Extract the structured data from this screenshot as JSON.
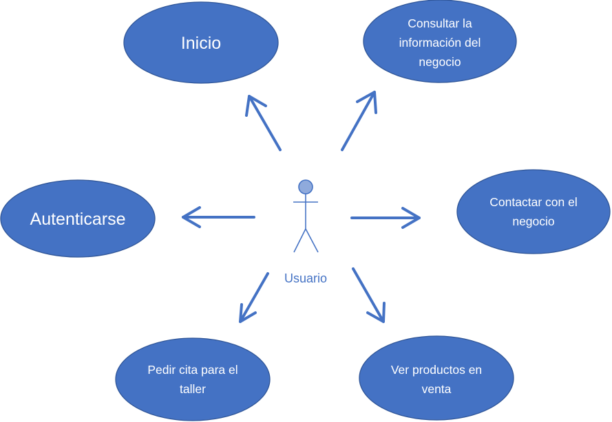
{
  "actor": {
    "label": "Usuario"
  },
  "use_cases": {
    "inicio": {
      "lines": [
        "Inicio"
      ]
    },
    "consultar": {
      "lines": [
        "Consultar la",
        "información del",
        "negocio"
      ]
    },
    "autenticarse": {
      "lines": [
        "Autenticarse"
      ]
    },
    "contactar": {
      "lines": [
        "Contactar con el",
        "negocio"
      ]
    },
    "pedir_cita": {
      "lines": [
        "Pedir cita para el",
        "taller"
      ]
    },
    "ver_productos": {
      "lines": [
        "Ver productos en",
        "venta"
      ]
    }
  },
  "colors": {
    "ellipse_fill": "#4472c4",
    "ellipse_stroke": "#2f5597",
    "arrow": "#4472c4",
    "actor_head_fill": "#8faadc",
    "text_on_ellipse": "#ffffff"
  }
}
